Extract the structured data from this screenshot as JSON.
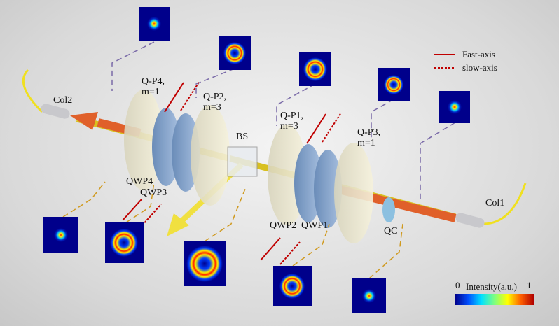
{
  "legend": {
    "fast_axis": "Fast-axis",
    "slow_axis": "slow-axis",
    "color": "#c00000"
  },
  "labels": {
    "col2": "Col2",
    "col1": "Col1",
    "bs": "BS",
    "qc": "QC",
    "qp4": "Q-P4,",
    "qp4_m": "m=1",
    "qp2": "Q-P2,",
    "qp2_m": "m=3",
    "qp1": "Q-P1,",
    "qp1_m": "m=3",
    "qp3": "Q-P3,",
    "qp3_m": "m=1",
    "qwp4": "QWP4",
    "qwp3": "QWP3",
    "qwp2": "QWP2",
    "qwp1": "QWP1"
  },
  "colorbar": {
    "title": "Intensity(a.u.)",
    "min": "0",
    "max": "1"
  },
  "beam_colors": {
    "forward": "#e0602a",
    "return": "#d8c020",
    "fiber": "#f0e020"
  }
}
